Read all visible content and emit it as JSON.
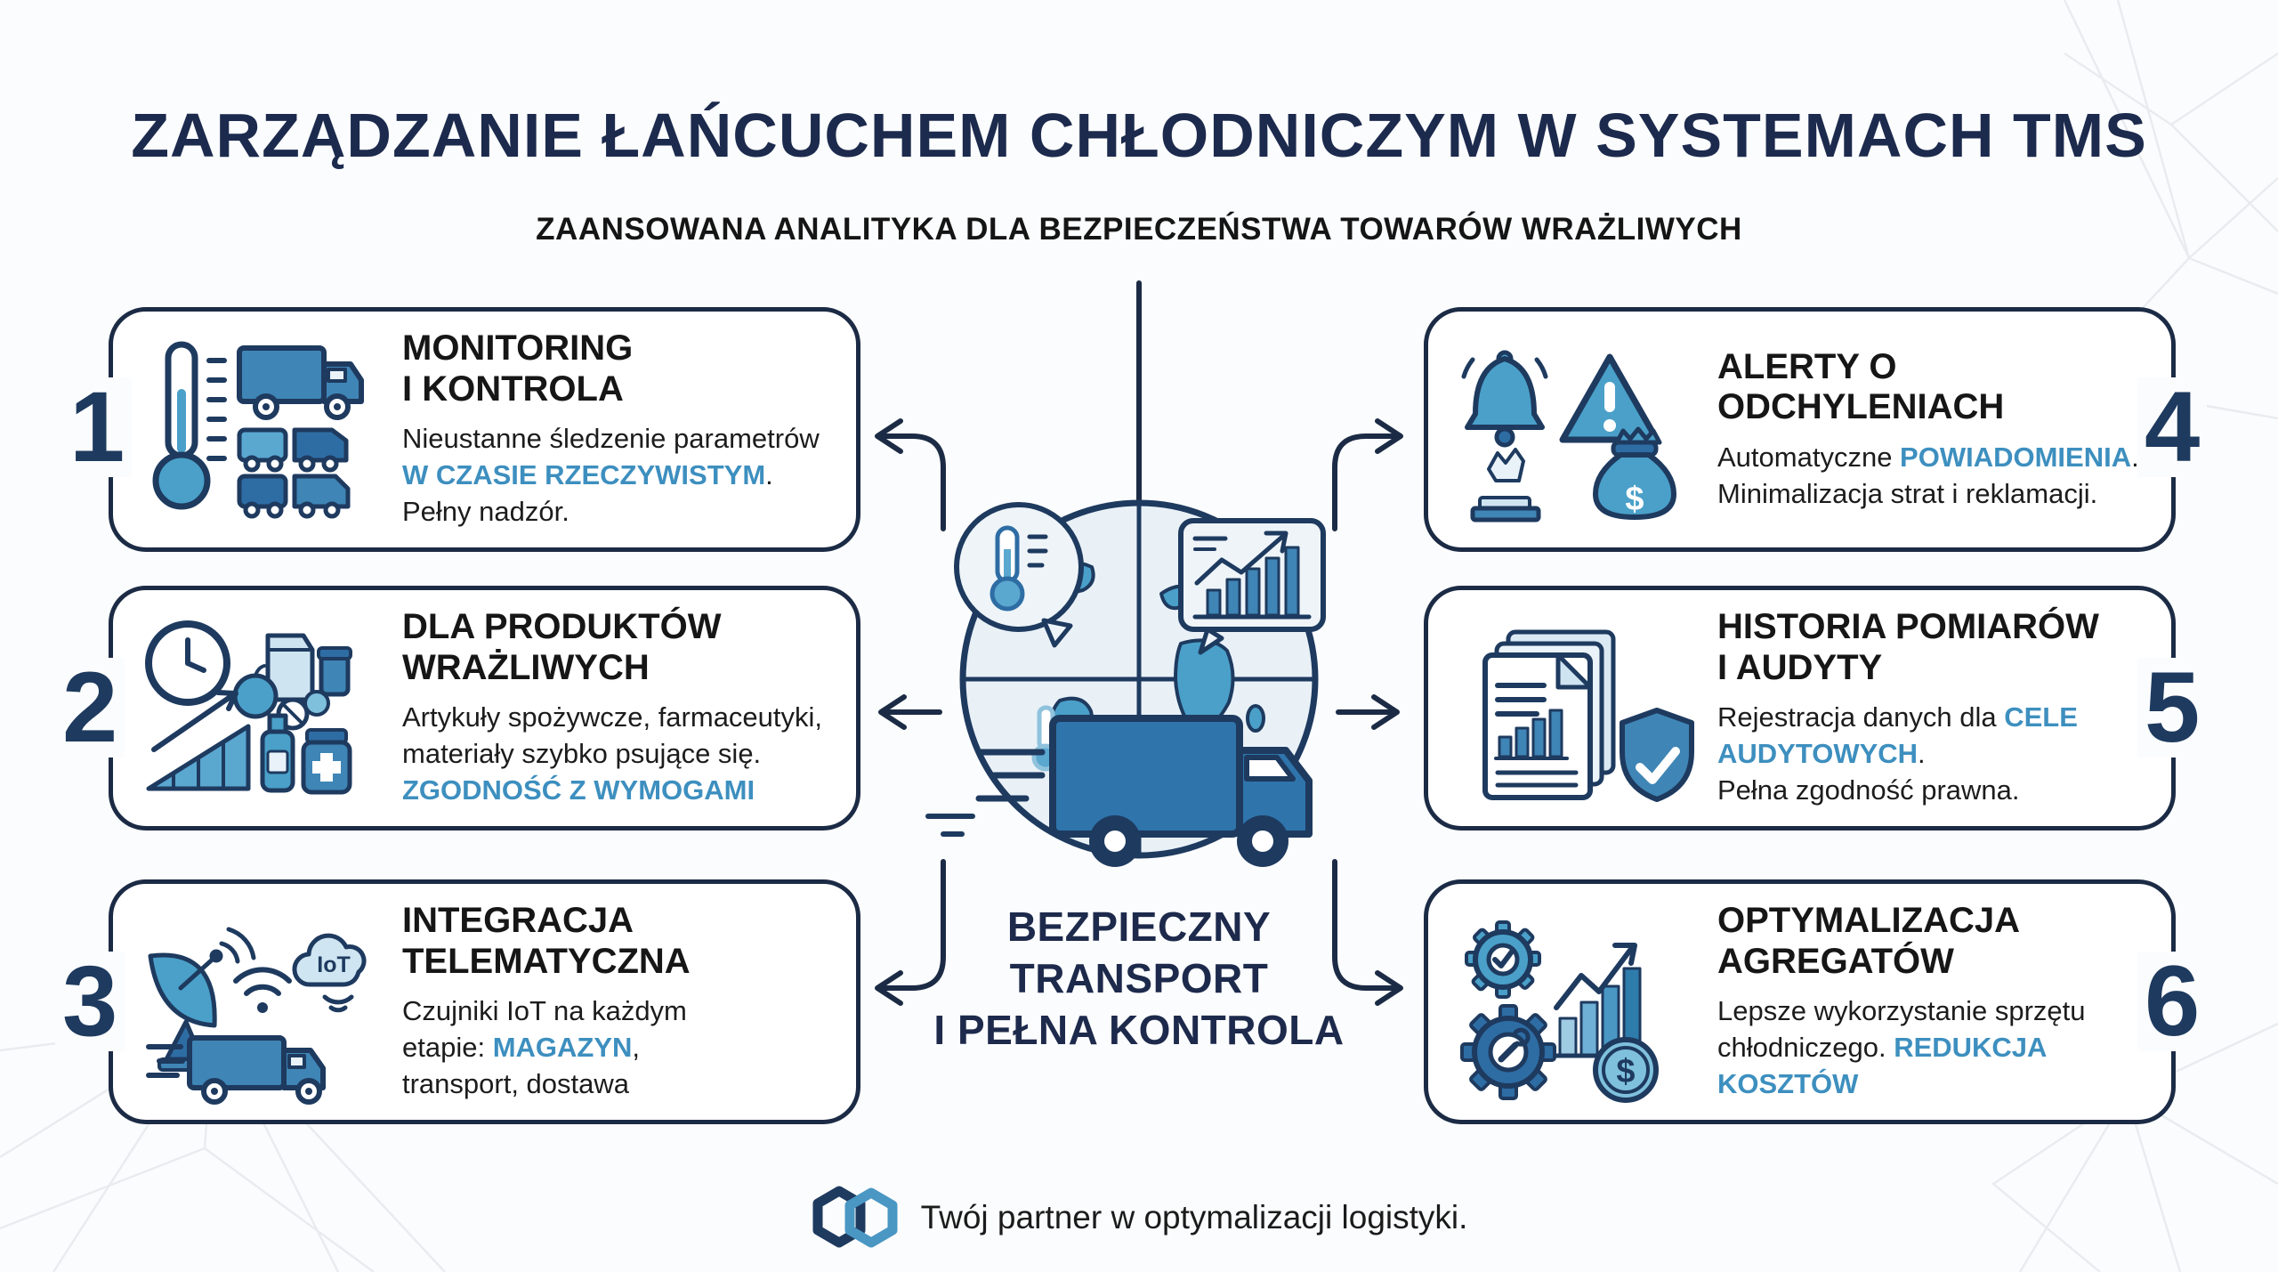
{
  "title": "ZARZĄDZANIE ŁAŃCUCHEM CHŁODNICZYM W SYSTEMACH TMS",
  "subtitle": "ZAANSOWANA ANALITYKA DLA BEZPIECZEŃSTWA TOWARÓW WRAŻLIWYCH",
  "center": {
    "label": "BEZPIECZNY\nTRANSPORT\nI PEŁNA KONTROLA"
  },
  "glyphs": {
    "iot": "IoT",
    "dollar_bag": "$",
    "dollar_coin": "$"
  },
  "boxes": [
    {
      "number": "1",
      "heading": "MONITORING\nI KONTROLA",
      "body": [
        {
          "t": "Nieustanne śledzenie parametrów"
        },
        {
          "n": 1
        },
        {
          "t": "W CZASIE RZECZYWISTYM",
          "a": 1
        },
        {
          "t": "."
        },
        {
          "n": 1
        },
        {
          "t": "Pełny nadzór."
        }
      ]
    },
    {
      "number": "2",
      "heading": "DLA PRODUKTÓW\nWRAŻLIWYCH",
      "body": [
        {
          "t": "Artykuły spożywcze, farmaceutyki,"
        },
        {
          "n": 1
        },
        {
          "t": "materiały szybko psujące się."
        },
        {
          "n": 1
        },
        {
          "t": "ZGODNOŚĆ Z WYMOGAMI",
          "a": 1
        }
      ]
    },
    {
      "number": "3",
      "heading": "INTEGRACJA\nTELEMATYCZNA",
      "body": [
        {
          "t": "Czujniki IoT na każdym"
        },
        {
          "n": 1
        },
        {
          "t": "etapie: "
        },
        {
          "t": "MAGAZYN",
          "a": 1
        },
        {
          "t": ","
        },
        {
          "n": 1
        },
        {
          "t": "transport, dostawa"
        }
      ]
    },
    {
      "number": "4",
      "heading": "ALERTY O\nODCHYLENIACH",
      "body": [
        {
          "t": "Automatyczne "
        },
        {
          "t": "POWIADOMIENIA",
          "a": 1
        },
        {
          "t": "."
        },
        {
          "n": 1
        },
        {
          "t": "Minimalizacja strat i reklamacji."
        }
      ]
    },
    {
      "number": "5",
      "heading": "HISTORIA POMIARÓW\nI AUDYTY",
      "body": [
        {
          "t": "Rejestracja danych dla "
        },
        {
          "t": "CELE",
          "a": 1
        },
        {
          "n": 1
        },
        {
          "t": "AUDYTOWYCH",
          "a": 1
        },
        {
          "t": "."
        },
        {
          "n": 1
        },
        {
          "t": "Pełna zgodność prawna."
        }
      ]
    },
    {
      "number": "6",
      "heading": "OPTYMALIZACJA\nAGREGATÓW",
      "body": [
        {
          "t": "Lepsze wykorzystanie sprzętu"
        },
        {
          "n": 1
        },
        {
          "t": "chłodniczego. "
        },
        {
          "t": "REDUKCJA",
          "a": 1
        },
        {
          "n": 1
        },
        {
          "t": "KOSZTÓW",
          "a": 1
        }
      ]
    }
  ],
  "footer": {
    "text": "Twój partner w optymalizacji logistyki."
  },
  "colors": {
    "background": "#fbfcfd",
    "title_navy": "#1c2a4d",
    "outline_navy": "#1e3a5f",
    "accent_blue": "#3d8fbf",
    "icon_blue_medium": "#3f85b5",
    "icon_blue_dark": "#2e6da4",
    "icon_blue_light": "#5aa7d0",
    "logo_light_blue": "#4a97c4"
  }
}
